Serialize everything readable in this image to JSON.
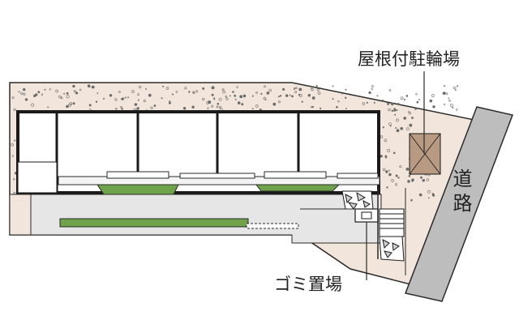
{
  "labels": {
    "bicycle_parking": "屋根付駐輪場",
    "road": "道路",
    "garbage": "ゴミ置場"
  },
  "colors": {
    "ground": "#f2e6dc",
    "ground_speckle": "#6b6b6b",
    "wall": "#1a1a1a",
    "planting": "#6fa24a",
    "paving": "#dcdcdc",
    "road": "#bdbdbd",
    "bicycle_shed": "#b89a82",
    "line": "#2a2a2a"
  }
}
